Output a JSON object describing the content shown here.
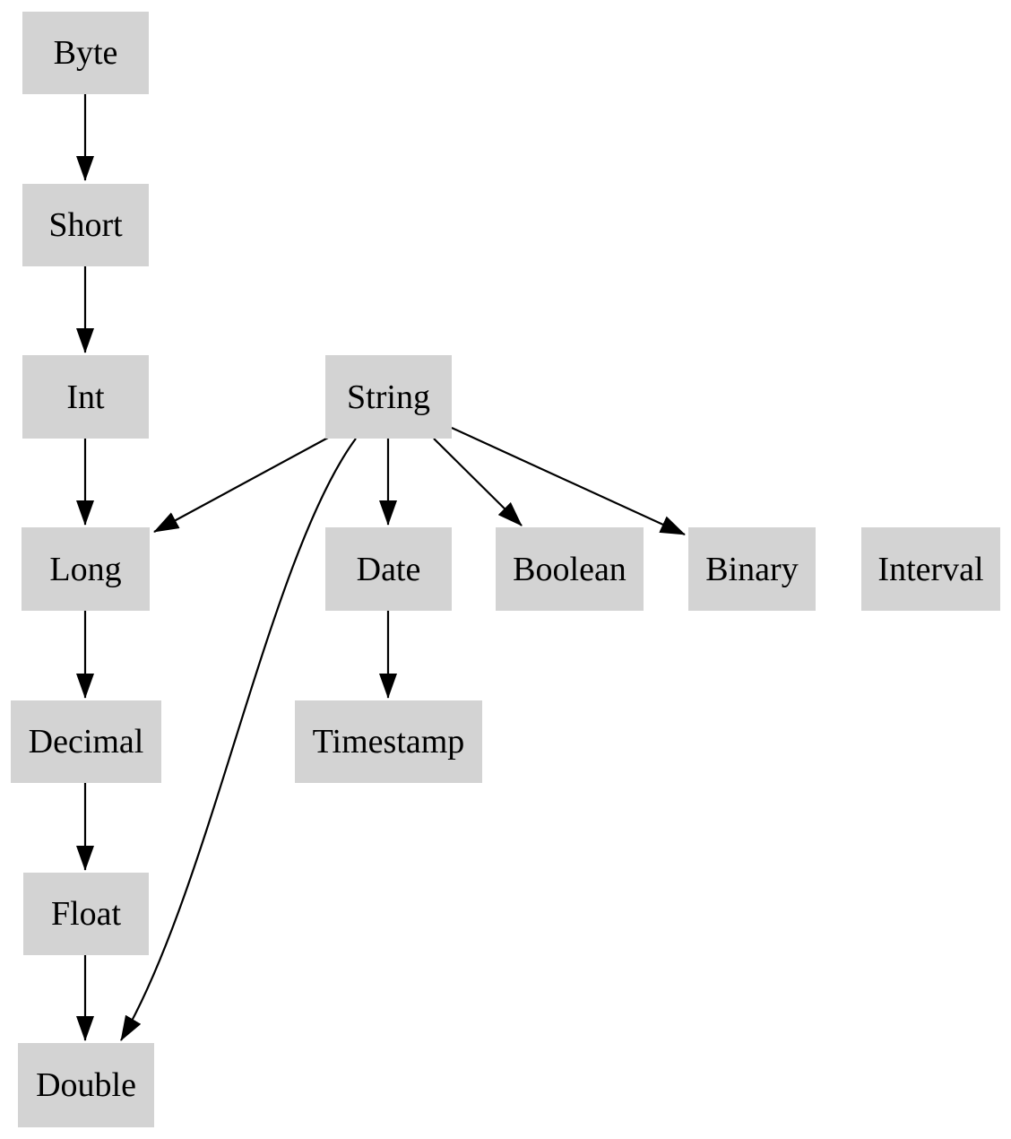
{
  "diagram": {
    "type": "directed-graph",
    "description": "Type promotion hierarchy diagram with grey boxes and black arrows",
    "background_color": "#ffffff",
    "node_fill_color": "#d3d3d3",
    "node_text_color": "#000000",
    "edge_color": "#000000",
    "nodes": [
      {
        "id": "byte",
        "label": "Byte"
      },
      {
        "id": "short",
        "label": "Short"
      },
      {
        "id": "int",
        "label": "Int"
      },
      {
        "id": "long",
        "label": "Long"
      },
      {
        "id": "decimal",
        "label": "Decimal"
      },
      {
        "id": "float",
        "label": "Float"
      },
      {
        "id": "double",
        "label": "Double"
      },
      {
        "id": "string",
        "label": "String"
      },
      {
        "id": "date",
        "label": "Date"
      },
      {
        "id": "timestamp",
        "label": "Timestamp"
      },
      {
        "id": "boolean",
        "label": "Boolean"
      },
      {
        "id": "binary",
        "label": "Binary"
      },
      {
        "id": "interval",
        "label": "Interval"
      }
    ],
    "edges": [
      {
        "from": "Byte",
        "to": "Short"
      },
      {
        "from": "Short",
        "to": "Int"
      },
      {
        "from": "Int",
        "to": "Long"
      },
      {
        "from": "Long",
        "to": "Decimal"
      },
      {
        "from": "Decimal",
        "to": "Float"
      },
      {
        "from": "Float",
        "to": "Double"
      },
      {
        "from": "String",
        "to": "Long"
      },
      {
        "from": "String",
        "to": "Date"
      },
      {
        "from": "String",
        "to": "Boolean"
      },
      {
        "from": "String",
        "to": "Binary"
      },
      {
        "from": "String",
        "to": "Double"
      },
      {
        "from": "Date",
        "to": "Timestamp"
      }
    ]
  }
}
